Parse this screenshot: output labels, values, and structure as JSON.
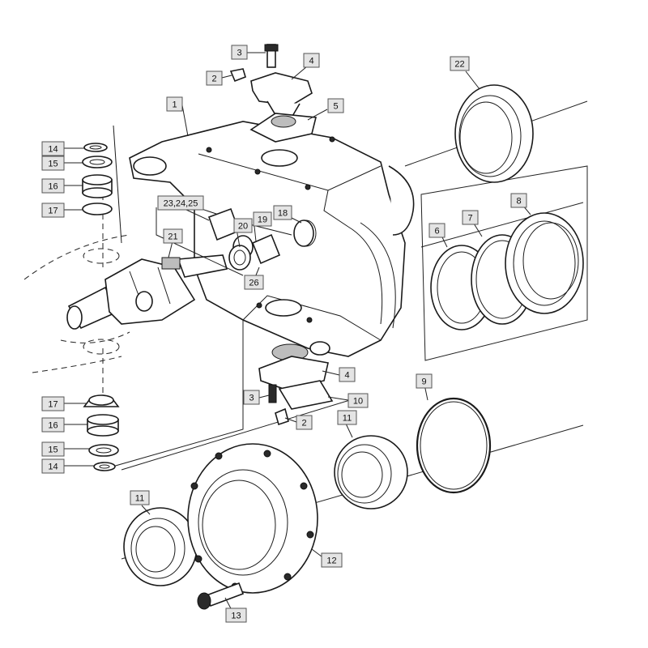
{
  "labels": {
    "l1": "1",
    "l2a": "2",
    "l3a": "3",
    "l4a": "4",
    "l5": "5",
    "l22": "22",
    "l14a": "14",
    "l15a": "15",
    "l16a": "16",
    "l17a": "17",
    "l232425": "23,24,25",
    "l18": "18",
    "l19": "19",
    "l20": "20",
    "l21": "21",
    "l26": "26",
    "l6": "6",
    "l7": "7",
    "l8": "8",
    "l4b": "4",
    "l3b": "3",
    "l10": "10",
    "l2b": "2",
    "l9": "9",
    "l17b": "17",
    "l16b": "16",
    "l15b": "15",
    "l14b": "14",
    "l11a": "11",
    "l11b": "11",
    "l12": "12",
    "l13": "13"
  }
}
